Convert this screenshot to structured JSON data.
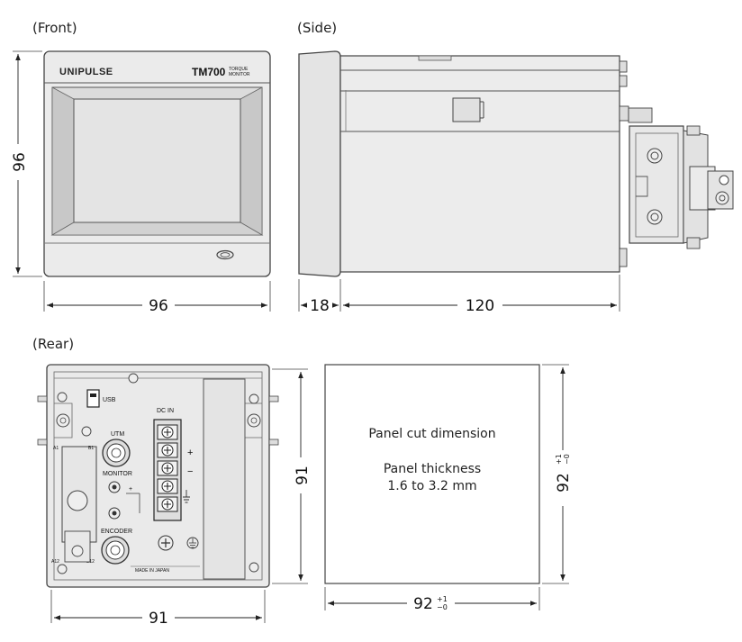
{
  "views": {
    "front_label": "(Front)",
    "side_label": "(Side)",
    "rear_label": "(Rear)"
  },
  "front": {
    "brand": "UNIPULSE",
    "model": "TM700",
    "model_sub1": "TORQUE",
    "model_sub2": "MONITOR"
  },
  "rear": {
    "usb": "USB",
    "dc_in": "DC IN",
    "utm": "UTM",
    "monitor": "MONITOR",
    "encoder": "ENCODER",
    "made_in": "MADE IN JAPAN",
    "a1": "A1",
    "b1": "B1",
    "a12": "A12",
    "b12": "B12",
    "plus": "+",
    "minus": "−"
  },
  "dimensions": {
    "front_height": "96",
    "front_width": "96",
    "side_bezel": "18",
    "side_depth": "120",
    "rear_height": "91",
    "rear_width": "91",
    "cut_height": "92",
    "cut_width": "92",
    "tol_plus": "+1",
    "tol_minus": "−0"
  },
  "panel_cut": {
    "title": "Panel cut dimension",
    "thickness_label": "Panel thickness",
    "thickness_value": "1.6 to 3.2 mm"
  },
  "colors": {
    "body": "#e9e9e9",
    "outline": "#444444",
    "screen": "#d8d8d8"
  }
}
